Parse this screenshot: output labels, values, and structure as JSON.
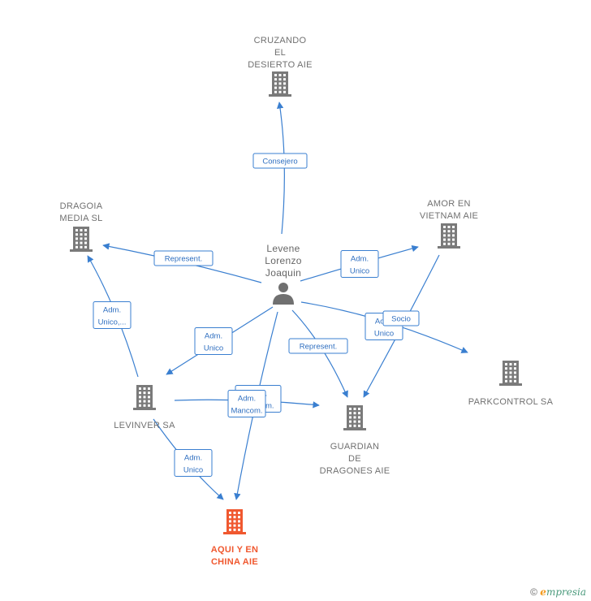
{
  "colors": {
    "edge": "#3a7fd0",
    "company": "#7a7a7a",
    "focus_company": "#f0582f",
    "person": "#707070"
  },
  "person": {
    "label_lines": [
      "Levene",
      "Lorenzo",
      "Joaquin"
    ],
    "icon": "person-icon"
  },
  "companies": [
    {
      "id": "cruzando",
      "label_lines": [
        "CRUZANDO",
        "EL",
        "DESIERTO AIE"
      ],
      "icon": "building-icon",
      "focus": false
    },
    {
      "id": "dragoia",
      "label_lines": [
        "DRAGOIA",
        "MEDIA  SL"
      ],
      "icon": "building-icon",
      "focus": false
    },
    {
      "id": "amor",
      "label_lines": [
        "AMOR EN",
        "VIETNAM AIE"
      ],
      "icon": "building-icon",
      "focus": false
    },
    {
      "id": "parkcontrol",
      "label_lines": [
        "PARKCONTROL SA"
      ],
      "icon": "building-icon",
      "focus": false
    },
    {
      "id": "levinver",
      "label_lines": [
        "LEVINVER SA"
      ],
      "icon": "building-icon",
      "focus": false
    },
    {
      "id": "guardian",
      "label_lines": [
        "GUARDIAN",
        "DE",
        "DRAGONES AIE"
      ],
      "icon": "building-icon",
      "focus": false
    },
    {
      "id": "aqui",
      "label_lines": [
        "AQUI Y EN",
        "CHINA AIE"
      ],
      "icon": "building-icon",
      "focus": true
    }
  ],
  "relations": [
    {
      "id": "p-cruzando",
      "from": "person",
      "to": "cruzando",
      "label_lines": [
        "Consejero"
      ]
    },
    {
      "id": "p-dragoia",
      "from": "person",
      "to": "dragoia",
      "label_lines": [
        "Represent."
      ]
    },
    {
      "id": "p-amor",
      "from": "person",
      "to": "amor",
      "label_lines": [
        "Adm.",
        "Unico"
      ]
    },
    {
      "id": "p-parkcontrol",
      "from": "person",
      "to": "parkcontrol",
      "label_lines": [
        "Adm.",
        "Unico"
      ]
    },
    {
      "id": "amor-guardian",
      "from": "amor",
      "to": "guardian",
      "label_lines": [
        "Socio"
      ]
    },
    {
      "id": "p-guardian",
      "from": "person",
      "to": "guardian",
      "label_lines": [
        "Represent."
      ]
    },
    {
      "id": "p-levinver",
      "from": "person",
      "to": "levinver",
      "label_lines": [
        "Adm.",
        "Unico"
      ]
    },
    {
      "id": "levinver-dragoia",
      "from": "levinver",
      "to": "dragoia",
      "label_lines": [
        "Adm.",
        "Unico,..."
      ]
    },
    {
      "id": "levinver-guardian",
      "from": "levinver",
      "to": "guardian",
      "label_lines": [
        "Adm.",
        "Mancom."
      ]
    },
    {
      "id": "p-aqui",
      "from": "person",
      "to": "aqui",
      "label_lines": [
        "Adm.",
        "Mancom."
      ]
    },
    {
      "id": "levinver-aqui",
      "from": "levinver",
      "to": "aqui",
      "label_lines": [
        "Adm.",
        "Unico"
      ]
    }
  ],
  "footer": {
    "copyright": "©",
    "brand_initial": "e",
    "brand_rest": "mpresia"
  }
}
